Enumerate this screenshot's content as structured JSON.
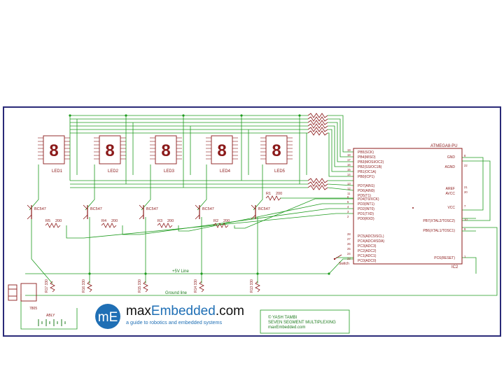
{
  "mcu": {
    "name": "ATMEGA8-PU",
    "ref": "IC2",
    "left_pins": [
      "PB5(SCK)",
      "PB4(MISO)",
      "PB3(MOSI/OC2)",
      "PB2(SS/OC1B)",
      "PB1(OC1A)",
      "PB0(ICP1)",
      "PD7(AIN1)",
      "PD6(AIN0)",
      "PD5(T1)",
      "PD4(T0/XCK)",
      "PD3(INT1)",
      "PD2(INT0)",
      "PD1(TXD)",
      "PD0(RXD)",
      "PC5(ADC5/SCL)",
      "PC4(ADC4/SDA)",
      "PC3(ADC3)",
      "PC2(ADC2)",
      "PC1(ADC1)",
      "PC0(ADC0)"
    ],
    "left_nums": [
      "19",
      "18",
      "17",
      "16",
      "15",
      "14",
      "13",
      "12",
      "11",
      "6",
      "5",
      "4",
      "3",
      "2",
      "28",
      "27",
      "26",
      "25",
      "24",
      "23"
    ],
    "right_pins": [
      "GND",
      "AGND",
      "AREF",
      "AVCC",
      "VCC",
      "PB7(XTAL2/TOSC2)",
      "PB6(XTAL1/TOSC1)",
      "PC6(RESET)"
    ],
    "right_nums": [
      "8",
      "22",
      "21",
      "20",
      "7",
      "10",
      "9",
      "1"
    ]
  },
  "displays": [
    {
      "label": "LED1",
      "digit": "8"
    },
    {
      "label": "LED2",
      "digit": "8"
    },
    {
      "label": "LED3",
      "digit": "8"
    },
    {
      "label": "LED4",
      "digit": "8"
    },
    {
      "label": "LED5",
      "digit": "8"
    }
  ],
  "transistors": [
    {
      "label": "BC547"
    },
    {
      "label": "BC547"
    },
    {
      "label": "BC547"
    },
    {
      "label": "BC547"
    },
    {
      "label": "BC547"
    }
  ],
  "base_resistors": [
    {
      "ref": "R5",
      "value": "200"
    },
    {
      "ref": "R4",
      "value": "200"
    },
    {
      "ref": "R3",
      "value": "200"
    },
    {
      "ref": "R2",
      "value": "200"
    },
    {
      "ref": "R1",
      "value": "200"
    }
  ],
  "bottom_resistors": [
    "R17 330",
    "R16 330",
    "R15 330",
    "R14 330",
    "R13 330"
  ],
  "nets": {
    "vcc": "+5V Line",
    "gnd": "Ground line"
  },
  "switch_label": "Switch",
  "regulator": {
    "ref": "7805",
    "label": "ABLY"
  },
  "logo": {
    "badge": "mE",
    "brand_a": "max",
    "brand_b": "Embedded",
    "brand_c": ".com",
    "tagline": "a guide to robotics and embedded systems"
  },
  "title_block": {
    "author": "© YASH TAMBI",
    "title": "SEVEN SEGMENT MULTIPLEXING",
    "site": "maxEmbedded.com"
  },
  "colors": {
    "frame": "#2a2a78",
    "wire": "#1e9b1e",
    "part": "#8b1a1a",
    "logo_blue": "#1f6fb5"
  }
}
